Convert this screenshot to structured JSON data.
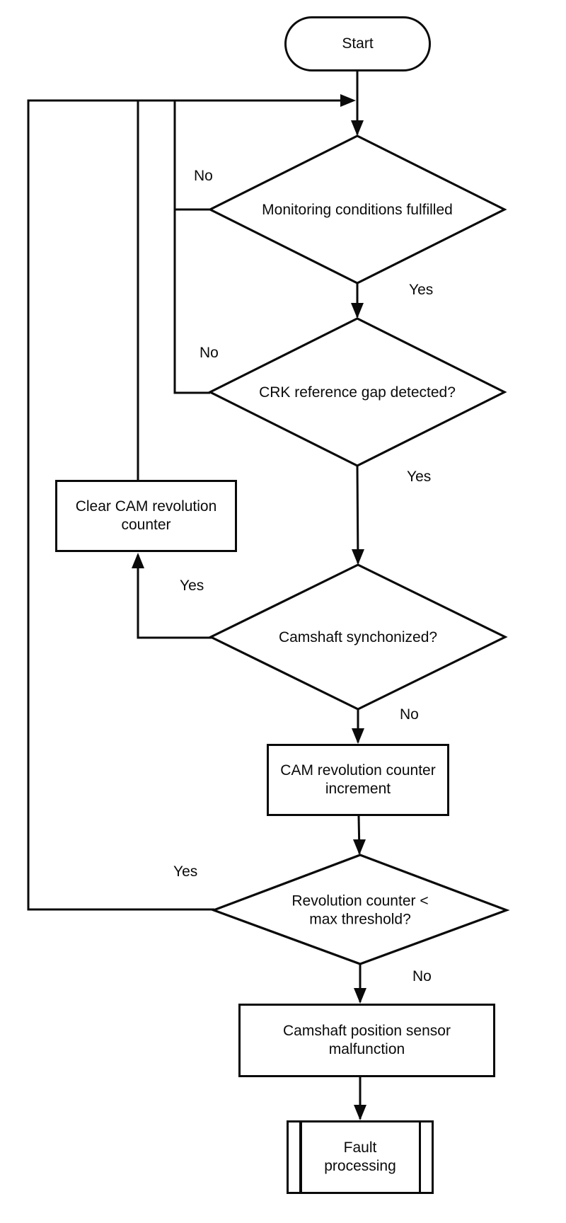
{
  "flowchart": {
    "start_label": "Start",
    "decisions": [
      {
        "label": "Monitoring conditions fulfilled",
        "no_label": "No",
        "yes_label": "Yes"
      },
      {
        "label": "CRK reference gap detected?",
        "no_label": "No",
        "yes_label": "Yes"
      },
      {
        "label": "Camshaft synchonized?",
        "yes_label": "Yes",
        "no_label": "No"
      },
      {
        "label": "Revolution counter < max threshold?",
        "yes_label": "Yes",
        "no_label": "No"
      }
    ],
    "processes": [
      {
        "label": "Clear CAM revolution counter"
      },
      {
        "label": "CAM revolution counter increment"
      },
      {
        "label": "Camshaft position sensor malfunction"
      }
    ],
    "subroutine_label": "Fault processing"
  },
  "colors": {
    "line": "#0a0a0a",
    "background": "#ffffff"
  }
}
